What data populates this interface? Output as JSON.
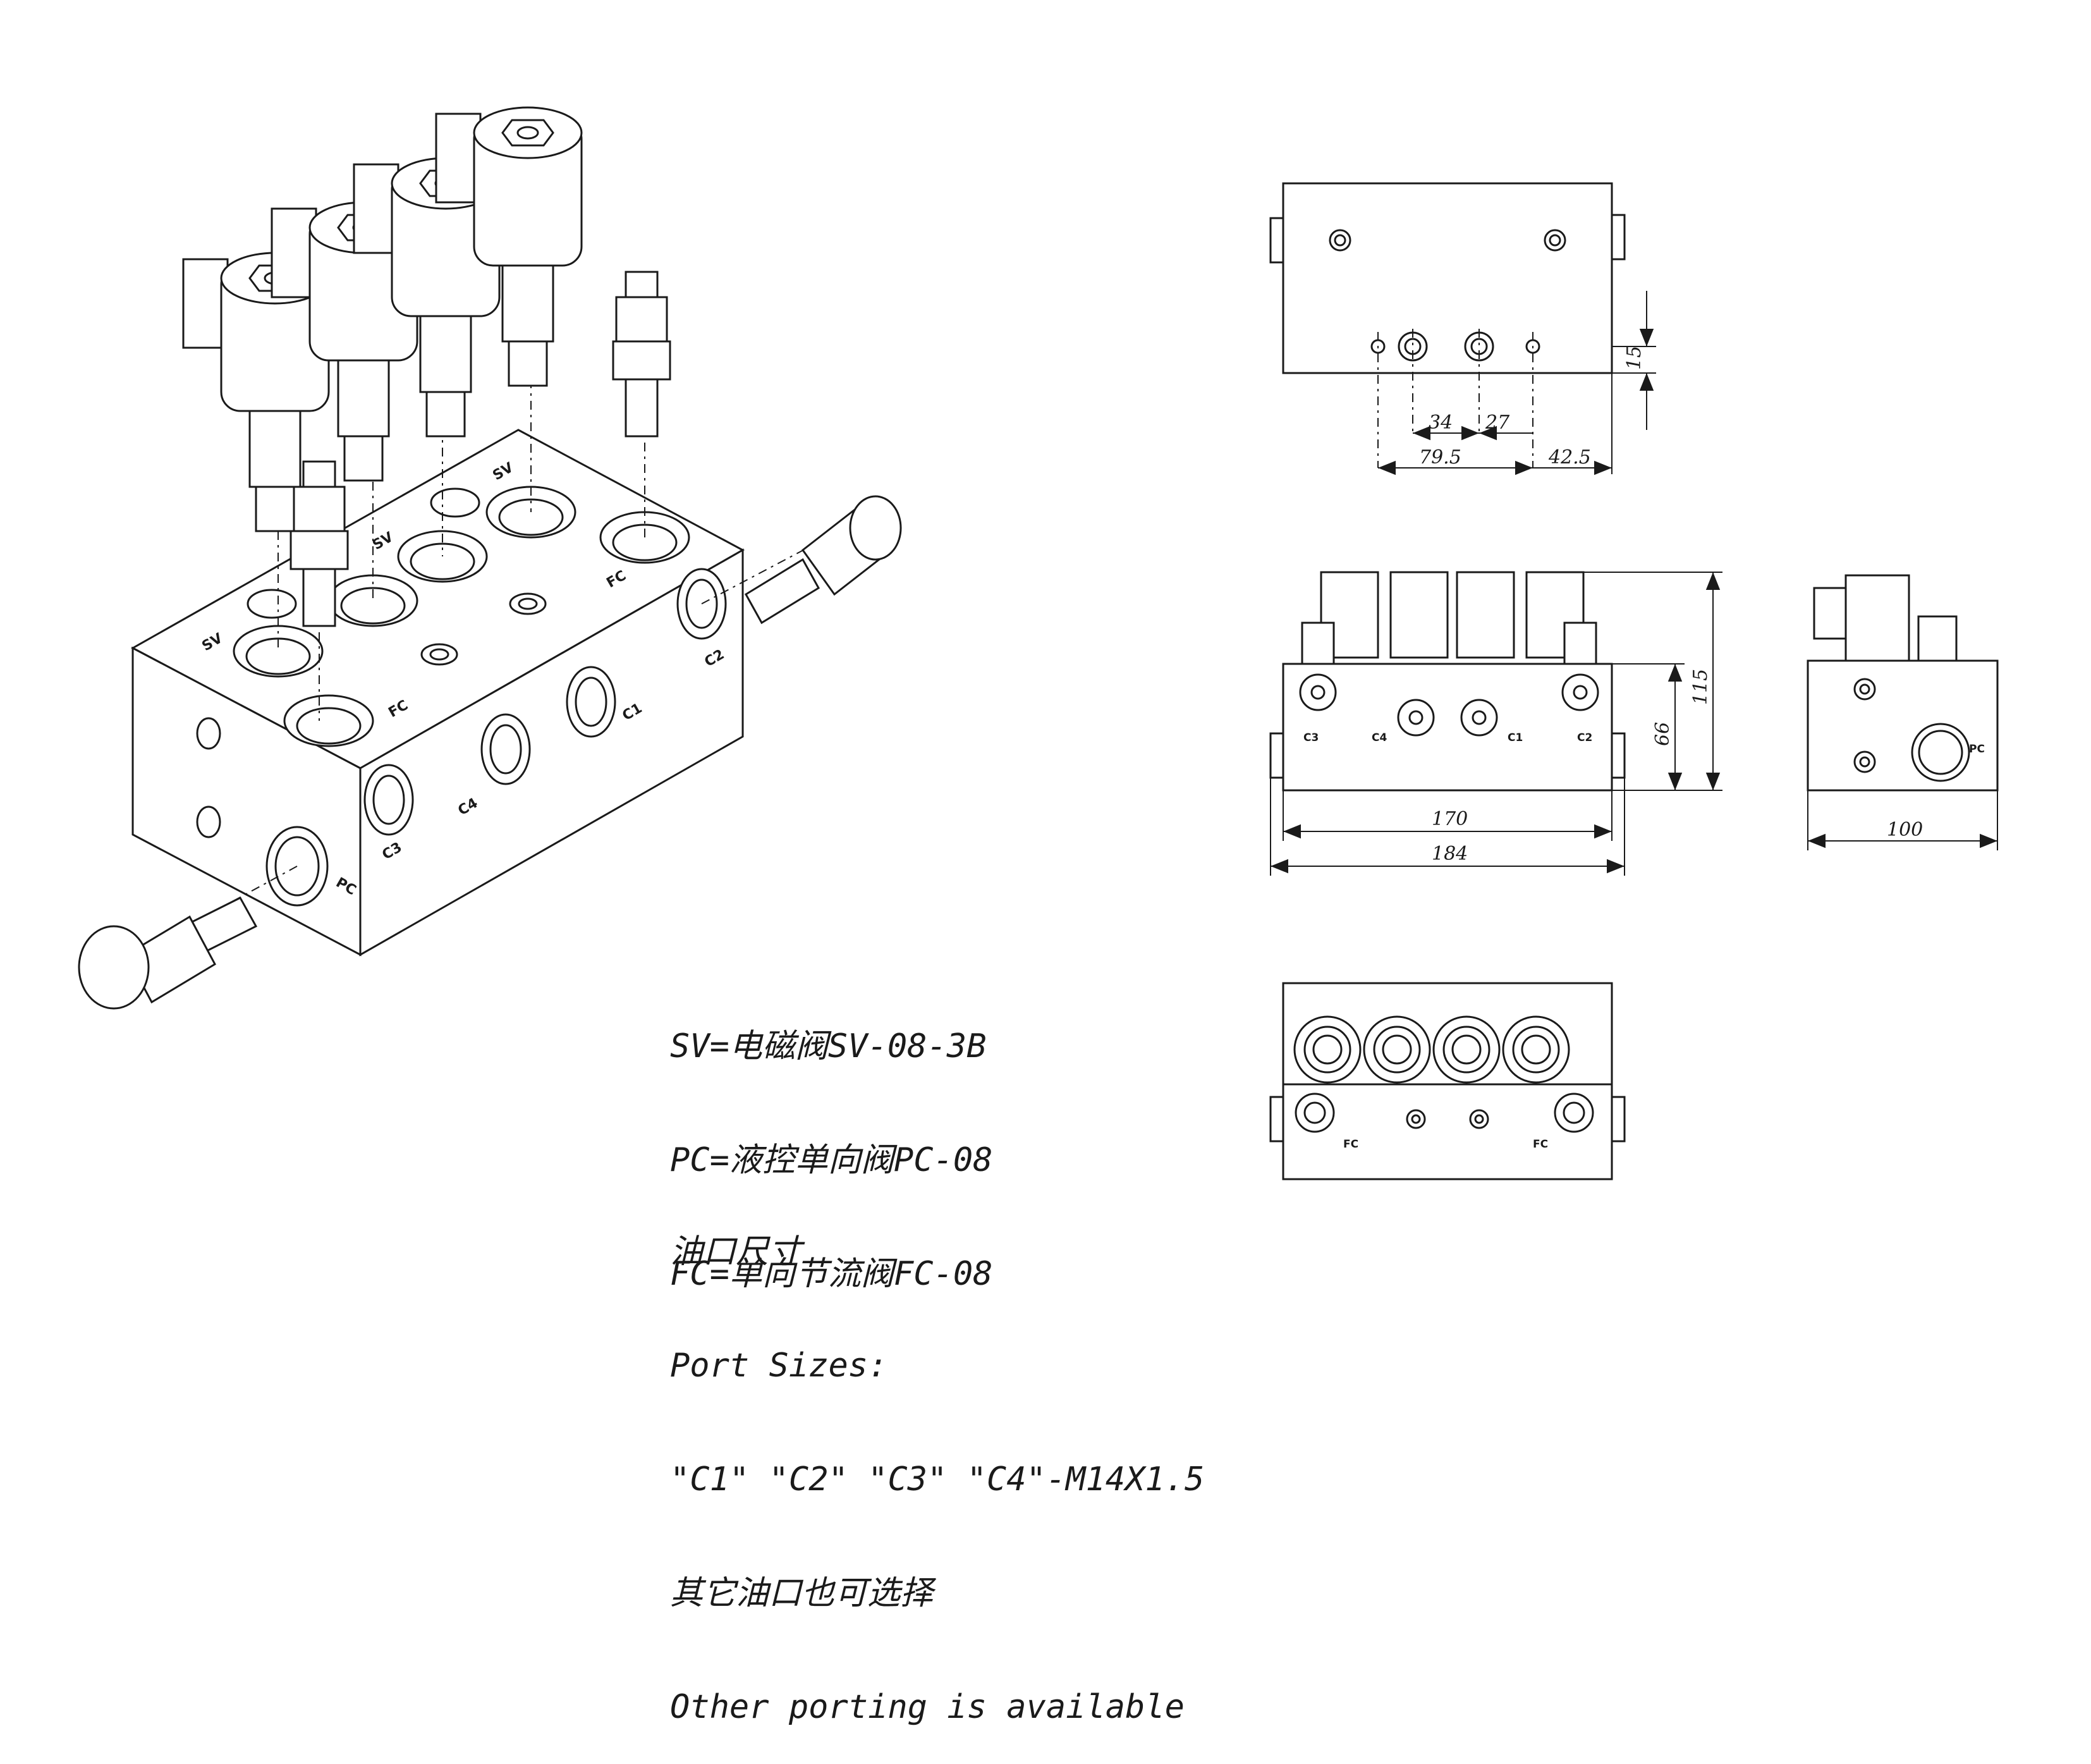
{
  "legend": {
    "line1": "SV=电磁阀SV-08-3B",
    "line2": "PC=液控单向阀PC-08",
    "line3": "FC=单向节流阀FC-08"
  },
  "ports_note": {
    "line1": "油口尺寸",
    "line2": "Port Sizes:",
    "line3": "\"C1\" \"C2\" \"C3\" \"C4\"-M14X1.5",
    "line4": "其它油口也可选择",
    "line5": "Other porting is available"
  },
  "iso_view": {
    "labels": [
      "SV",
      "SV",
      "SV",
      "FC",
      "FC",
      "C1",
      "C2",
      "C3",
      "C4",
      "PC"
    ]
  },
  "top_view": {
    "dims": {
      "d15": "15",
      "d34": "34",
      "d27": "27",
      "d79_5": "79.5",
      "d42_5": "42.5"
    }
  },
  "front_view": {
    "port_labels": [
      "C3",
      "C4",
      "C1",
      "C2"
    ],
    "dims": {
      "d66": "66",
      "d115": "115",
      "d170": "170",
      "d184": "184"
    }
  },
  "side_view": {
    "port_label": "PC",
    "dims": {
      "d100": "100"
    }
  },
  "bottom_view": {
    "port_labels": [
      "FC",
      "FC"
    ]
  }
}
